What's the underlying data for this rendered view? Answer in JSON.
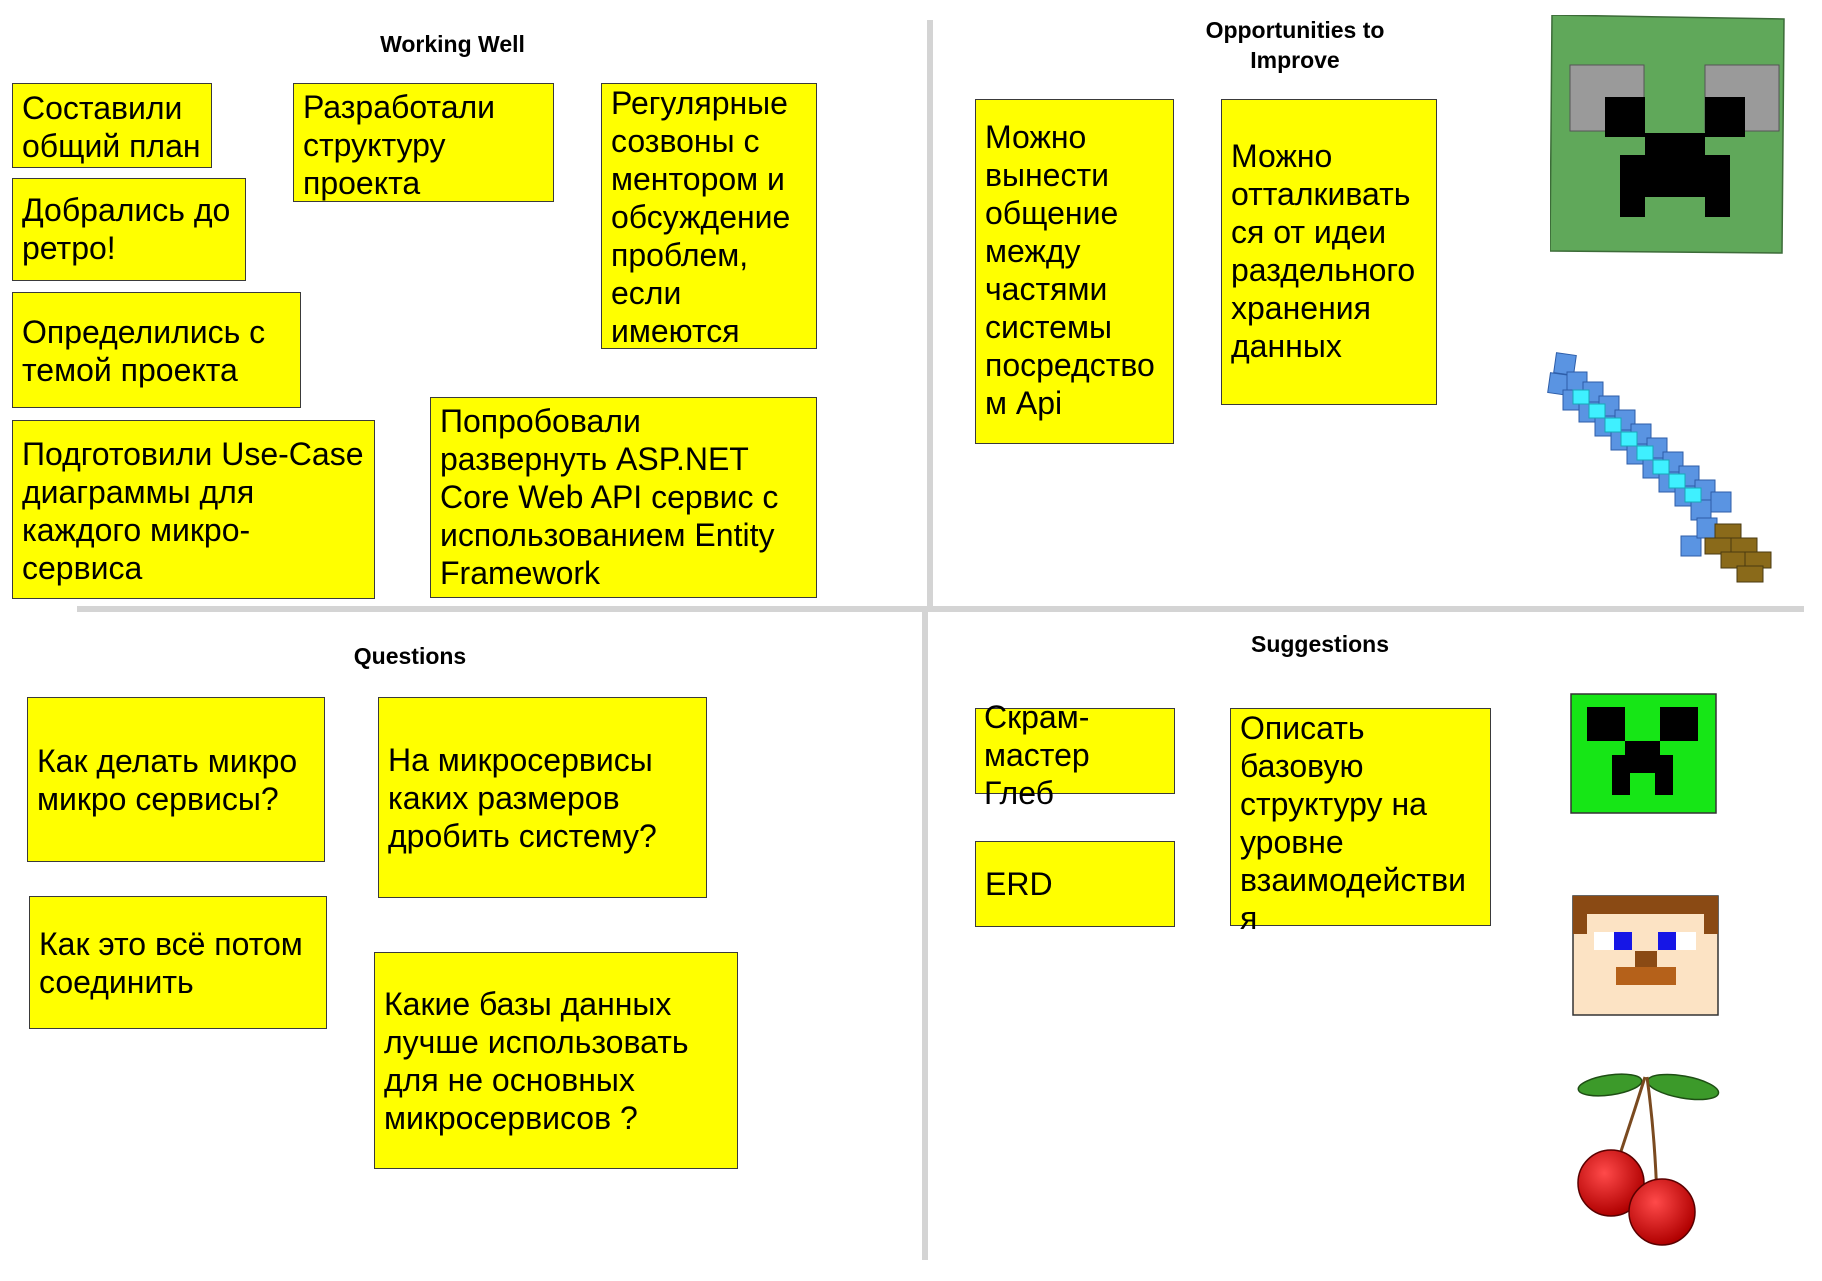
{
  "board": {
    "colors": {
      "note": "#ffff00",
      "divider": "#d4d4d4"
    },
    "quadrants": {
      "working_well": {
        "title": "Working Well",
        "notes": [
          "Составили\nобщий план",
          "Разработали\nструктуру\nпроекта",
          "Регулярные\nсозвоны с\nментором и\nобсуждение\nпроблем,\nесли\nимеются",
          "Добрались до\nретро!",
          "Определились с\nтемой проекта",
          "Подготовили Use-Case\nдиаграммы для\nкаждого микро-\nсервиса",
          "Попробовали\nразвернуть ASP.NET\nCore Web API сервис с\nиспользованием Entity\nFramework"
        ]
      },
      "opportunities": {
        "title": "Opportunities to\nImprove",
        "notes": [
          "Можно\nвынести\nобщение\nмежду\nчастями\nсистемы\nпосредство\nм Api",
          "Можно\nотталкивать\nся от идеи\nраздельного\nхранения\nданных"
        ]
      },
      "questions": {
        "title": "Questions",
        "notes": [
          "Как делать микро\nмикро сервисы?",
          "На микросервисы\nкаких размеров\nдробить систему?",
          "Как это всё потом\nсоединить",
          "Какие базы данных\nлучше использовать\nдля не основных\nмикросервисов ?"
        ]
      },
      "suggestions": {
        "title": "Suggestions",
        "notes": [
          "Скрам-\nмастер\nГлеб",
          "Описать\nбазовую\nструктуру на\nуровне\nвзаимодействи\nя",
          "ERD"
        ]
      }
    },
    "decorations": [
      "creeper-face-icon",
      "diamond-sword-icon",
      "creeper-head-icon",
      "steve-head-icon",
      "cherries-icon"
    ]
  }
}
